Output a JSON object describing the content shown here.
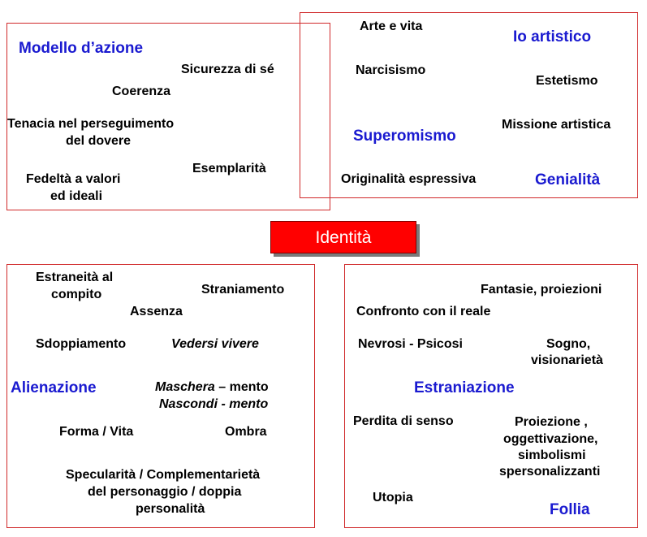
{
  "center": {
    "label": "Identità"
  },
  "top_left": {
    "heading": "Modello d’azione",
    "items": {
      "sicurezza": "Sicurezza di sé",
      "coerenza": "Coerenza",
      "tenacia_1": "Tenacia nel perseguimento",
      "tenacia_2": "del dovere",
      "esemplarita": "Esemplarità",
      "fedelta_1": "Fedeltà a valori",
      "fedelta_2": "ed ideali"
    }
  },
  "top_right": {
    "headings": {
      "io_artistico": "Io artistico",
      "superomismo": "Superomismo",
      "genialita": "Genialità"
    },
    "items": {
      "arte_vita": "Arte e vita",
      "narcisismo": "Narcisismo",
      "estetismo": "Estetismo",
      "missione": "Missione artistica",
      "originalita": "Originalità espressiva"
    }
  },
  "bottom_left": {
    "heading": "Alienazione",
    "items": {
      "estraneita_1": "Estraneità al",
      "estraneita_2": "compito",
      "straniamento": "Straniamento",
      "assenza": "Assenza",
      "sdoppiamento": "Sdoppiamento",
      "vedersi": "Vedersi vivere",
      "maschera_a": "Maschera",
      "maschera_b": " – mento",
      "nascondi": "Nascondi - mento",
      "forma_vita": "Forma / Vita",
      "ombra": "Ombra",
      "specularita_1": "Specularità / Complementarietà",
      "specularita_2": "del personaggio / doppia",
      "specularita_3": "personalità"
    }
  },
  "bottom_right": {
    "headings": {
      "estraniazione": "Estraniazione",
      "follia": "Follia"
    },
    "items": {
      "fantasie": "Fantasie, proiezioni",
      "confronto": "Confronto con il reale",
      "nevrosi": "Nevrosi - Psicosi",
      "sogno_1": "Sogno,",
      "sogno_2": "visionarietà",
      "perdita": "Perdita di senso",
      "proiezione_1": "Proiezione ,",
      "proiezione_2": "oggettivazione,",
      "proiezione_3": "simbolismi",
      "proiezione_4": "spersonalizzanti",
      "utopia": "Utopia"
    }
  }
}
